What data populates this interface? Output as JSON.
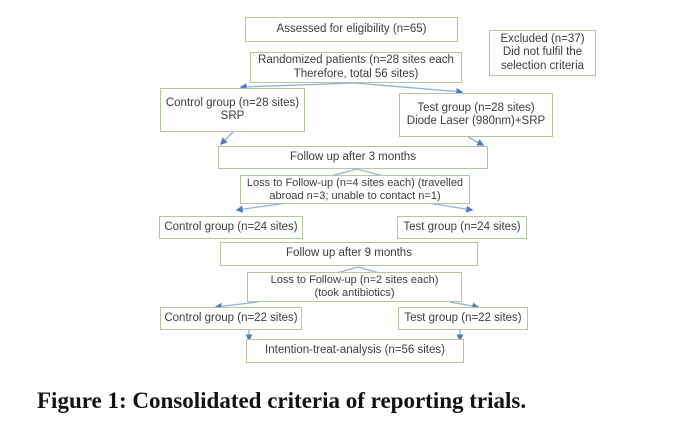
{
  "flowchart": {
    "boxes": [
      {
        "id": "assessed",
        "lines": [
          "Assessed for eligibility (n=65)"
        ]
      },
      {
        "id": "randomized",
        "lines": [
          "Randomized patients (n=28 sites each",
          "Therefore, total 56 sites)"
        ]
      },
      {
        "id": "excluded",
        "lines": [
          "Excluded (n=37)",
          "Did not fulfil the",
          "selection criteria"
        ]
      },
      {
        "id": "control-28",
        "lines": [
          "Control group (n=28 sites)",
          "SRP"
        ]
      },
      {
        "id": "test-28",
        "lines": [
          "Test group (n=28 sites)",
          "Diode Laser (980nm)+SRP"
        ]
      },
      {
        "id": "followup-3",
        "lines": [
          "Follow up after 3 months"
        ]
      },
      {
        "id": "loss-4",
        "lines": [
          "Loss to Follow-up (n=4 sites each) (travelled",
          "abroad n=3; unable to contact n=1)"
        ]
      },
      {
        "id": "control-24",
        "lines": [
          "Control group (n=24 sites)"
        ]
      },
      {
        "id": "test-24",
        "lines": [
          "Test group (n=24 sites)"
        ]
      },
      {
        "id": "followup-9",
        "lines": [
          "Follow up after 9 months"
        ]
      },
      {
        "id": "loss-2",
        "lines": [
          "Loss to Follow-up (n=2 sites each)",
          "(took antibiotics)"
        ]
      },
      {
        "id": "control-22",
        "lines": [
          "Control group (n=22 sites)"
        ]
      },
      {
        "id": "test-22",
        "lines": [
          "Test group (n=22 sites)"
        ]
      },
      {
        "id": "intention",
        "lines": [
          "Intention-treat-analysis (n=56 sites)"
        ]
      }
    ],
    "colors": {
      "box_border": "#b0c89e",
      "arrow_line": "#8fb1dc",
      "arrow_head": "#4f7ec0",
      "text": "#3d3d3d"
    }
  },
  "figure": {
    "caption": "Figure 1: Consolidated criteria of reporting trials."
  }
}
